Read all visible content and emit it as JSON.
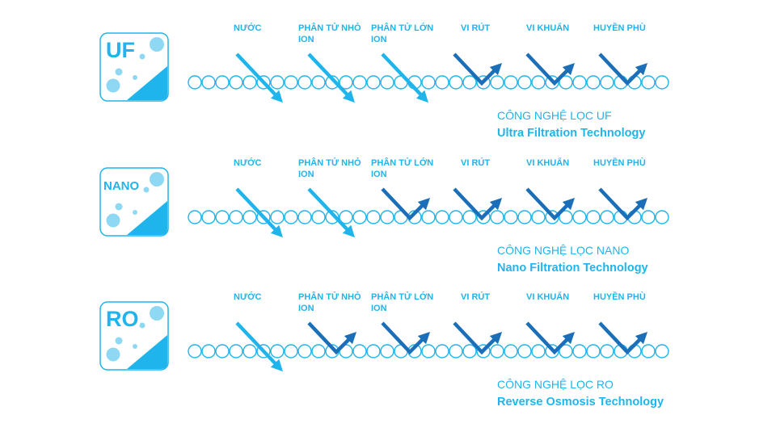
{
  "colors": {
    "light_blue": "#1fb5ec",
    "dark_blue": "#1b6fb8",
    "background": "#ffffff"
  },
  "particles": [
    "NƯỚC",
    "PHÂN TỬ NHỎ ION",
    "PHÂN TỬ LỚN ION",
    "VI RÚT",
    "VI KHUẨN",
    "HUYỀN PHÙ"
  ],
  "rows": [
    {
      "id": "uf",
      "badge": "UF",
      "labels": [
        {
          "l1": "NƯỚC",
          "l2": ""
        },
        {
          "l1": "PHÂN TỬ NHỎ",
          "l2": "ION"
        },
        {
          "l1": "PHÂN TỬ LỚN",
          "l2": "ION"
        },
        {
          "l1": "VI RÚT",
          "l2": ""
        },
        {
          "l1": "VI KHUẨN",
          "l2": ""
        },
        {
          "l1": "HUYỀN PHÙ",
          "l2": ""
        }
      ],
      "passes": [
        true,
        true,
        true,
        false,
        false,
        false
      ],
      "tech_vn": "CÔNG NGHỆ LỌC UF",
      "tech_en": "Ultra Filtration Technology"
    },
    {
      "id": "nano",
      "badge": "NANO",
      "labels": [
        {
          "l1": "NƯỚC",
          "l2": ""
        },
        {
          "l1": "PHÂN TỬ NHỎ",
          "l2": "ION"
        },
        {
          "l1": "PHÂN TỬ LỚN",
          "l2": "ION"
        },
        {
          "l1": "VI RÚT",
          "l2": ""
        },
        {
          "l1": "VI KHUẨN",
          "l2": ""
        },
        {
          "l1": "HUYỀN PHÙ",
          "l2": ""
        }
      ],
      "passes": [
        true,
        true,
        false,
        false,
        false,
        false
      ],
      "tech_vn": "CÔNG NGHỆ LỌC NANO",
      "tech_en": "Nano Filtration Technology"
    },
    {
      "id": "ro",
      "badge": "RO",
      "labels": [
        {
          "l1": "NƯỚC",
          "l2": ""
        },
        {
          "l1": "PHÂN TỬ NHỎ",
          "l2": "ION"
        },
        {
          "l1": "PHÂN TỬ LỚN",
          "l2": "ION"
        },
        {
          "l1": "VI RÚT",
          "l2": ""
        },
        {
          "l1": "VI KHUẨN",
          "l2": ""
        },
        {
          "l1": "HUYỀN PHÙ",
          "l2": ""
        }
      ],
      "passes": [
        true,
        false,
        false,
        false,
        false,
        false
      ],
      "tech_vn": "CÔNG NGHỆ LỌC RO",
      "tech_en": "Reverse Osmosis Technology"
    }
  ]
}
